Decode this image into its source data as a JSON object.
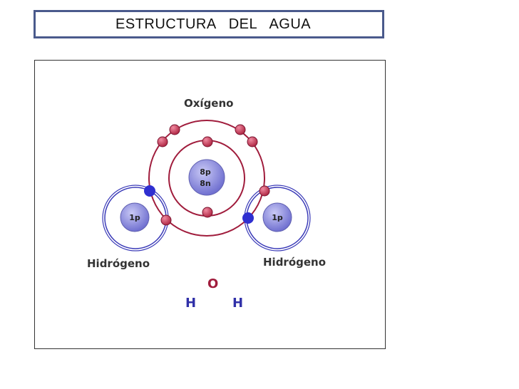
{
  "title": "ESTRUCTURA   DEL   AGUA",
  "labels": {
    "oxygen": "Oxígeno",
    "hydrogen_left": "Hidrógeno",
    "hydrogen_right": "Hidrógeno"
  },
  "nuclei": {
    "oxygen_protons": "8p",
    "oxygen_neutrons": "8n",
    "hydrogen_left": "1p",
    "hydrogen_right": "1p"
  },
  "formula": {
    "o": "O",
    "h_left": "H",
    "h_right": "H"
  },
  "colors": {
    "oxygen_shell": "#a01c3c",
    "oxygen_electron": "#c23a55",
    "hydrogen_shell": "#3b3bb8",
    "hydrogen_electron": "#2f2fd0",
    "nucleus_fill": "#8c8ce0",
    "formula_o": "#a01c3c",
    "formula_h": "#3030a8"
  }
}
